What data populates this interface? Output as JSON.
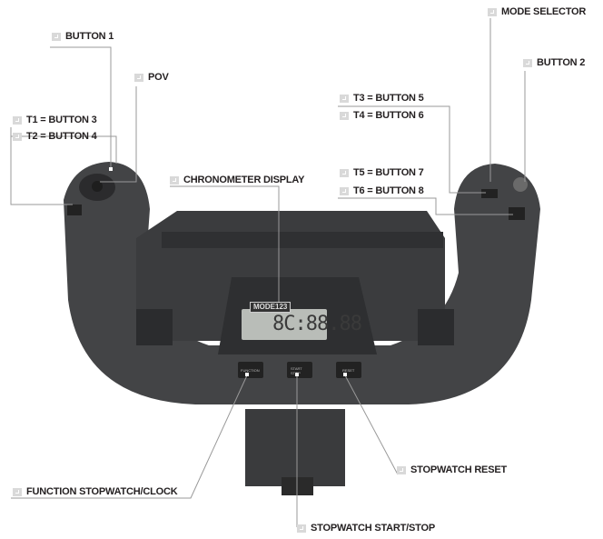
{
  "labels": {
    "button1": "BUTTON 1",
    "pov": "POV",
    "t1": "T1 = BUTTON 3",
    "t2": "T2 = BUTTON 4",
    "chronometer": "CHRONOMETER DISPLAY",
    "mode_selector": "MODE SELECTOR",
    "button2": "BUTTON 2",
    "t3": "T3 = BUTTON 5",
    "t4": "T4 = BUTTON 6",
    "t5": "T5 = BUTTON 7",
    "t6": "T6 = BUTTON 8",
    "function": "FUNCTION STOPWATCH/CLOCK",
    "start_stop": "STOPWATCH START/STOP",
    "reset": "STOPWATCH RESET"
  },
  "device": {
    "display_mode": "MODE123",
    "display_digits": "8C:88.88",
    "function_button": "FUNCTION",
    "start_stop_button": "START STOP",
    "reset_button": "RESET"
  },
  "icon": "arrow-square-icon",
  "colors": {
    "body": "#3d3e40",
    "line": "#999999",
    "label_icon": "#d9d9d9"
  }
}
